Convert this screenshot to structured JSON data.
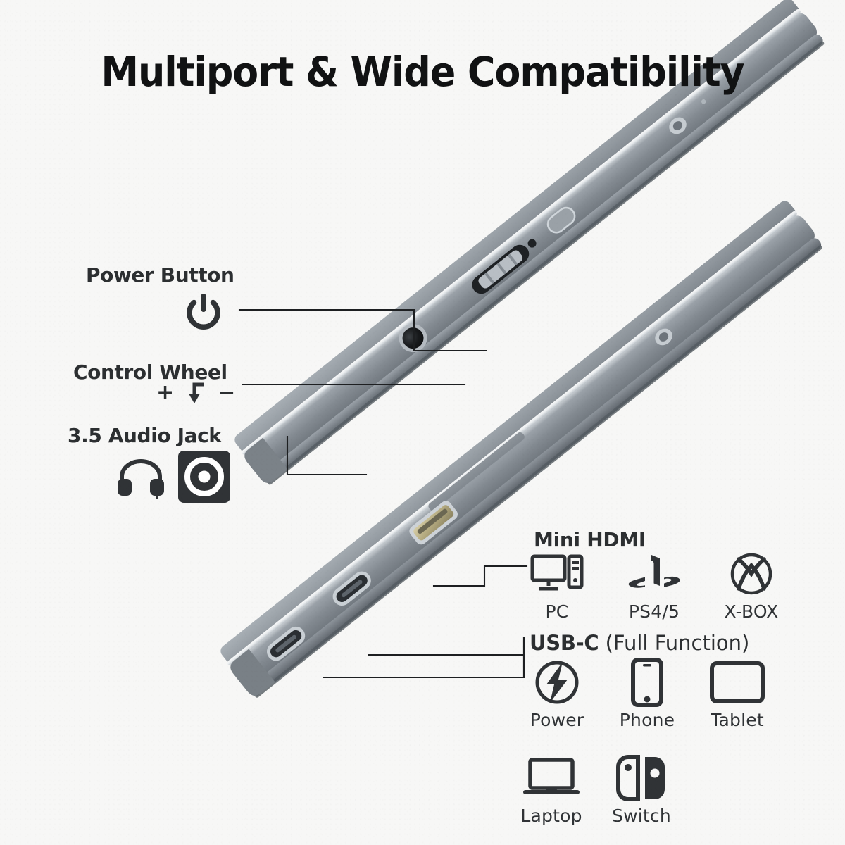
{
  "page": {
    "title": "Multiport & Wide Compatibility",
    "background_color": "#f7f7f6",
    "ink_color": "#2c2f31",
    "device_color": "#8c9298"
  },
  "left_annotations": [
    {
      "id": "power-button",
      "label": "Power Button",
      "icon": "power-icon"
    },
    {
      "id": "control-wheel",
      "label": "Control Wheel",
      "glyphs": [
        "+",
        "⤵",
        "−"
      ],
      "glyph_names": [
        "plus-icon",
        "enter-arrow-icon",
        "minus-icon"
      ]
    },
    {
      "id": "audio-jack",
      "label": "3.5 Audio Jack",
      "icons": [
        "headphones-icon",
        "audio-jack-icon"
      ]
    }
  ],
  "right_groups": [
    {
      "id": "mini-hdmi",
      "heading": "Mini HDMI",
      "heading_bold": "Mini HDMI",
      "heading_regular": "",
      "devices": [
        {
          "caption": "PC",
          "icon": "desktop-pc-icon"
        },
        {
          "caption": "PS4/5",
          "icon": "playstation-icon"
        },
        {
          "caption": "X-BOX",
          "icon": "xbox-icon"
        }
      ]
    },
    {
      "id": "usb-c",
      "heading": "USB-C (Full Function)",
      "heading_bold": "USB-C",
      "heading_regular": " (Full Function)",
      "devices": [
        {
          "caption": "Power",
          "icon": "power-bolt-icon"
        },
        {
          "caption": "Phone",
          "icon": "phone-icon"
        },
        {
          "caption": "Tablet",
          "icon": "tablet-icon"
        },
        {
          "caption": "Laptop",
          "icon": "laptop-icon"
        },
        {
          "caption": "Switch",
          "icon": "switch-console-icon"
        }
      ]
    }
  ],
  "product": {
    "name": "portable-monitor",
    "count": 2,
    "ports": [
      {
        "name": "power-button-port",
        "device": "upper"
      },
      {
        "name": "led-indicator",
        "device": "upper"
      },
      {
        "name": "control-wheel-port",
        "device": "upper"
      },
      {
        "name": "audio-jack-port",
        "device": "upper"
      },
      {
        "name": "mini-hdmi-port",
        "device": "lower"
      },
      {
        "name": "usb-c-port-1",
        "device": "lower"
      },
      {
        "name": "usb-c-port-2",
        "device": "lower"
      }
    ]
  }
}
